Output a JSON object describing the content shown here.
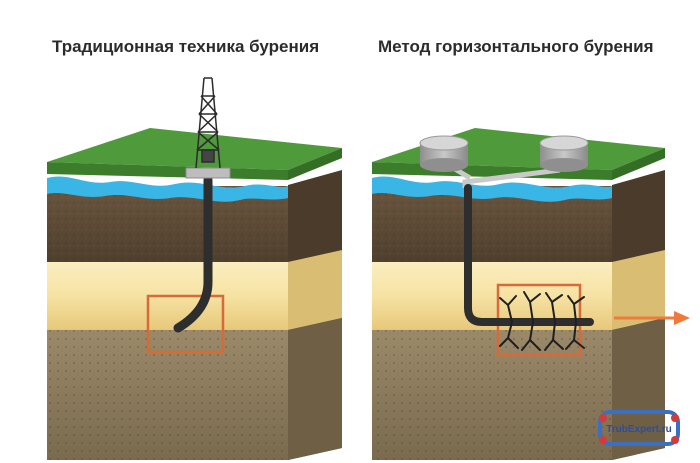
{
  "titles": {
    "left": "Традиционная техника бурения",
    "right": "Метод горизонтального бурения"
  },
  "logo": {
    "text": "TrubExpert.ru"
  },
  "colors": {
    "grass": "#4f9a3a",
    "water": "#3ab6e6",
    "soil": "#5d4b36",
    "sand": "#f3dd9a",
    "deep_soil": "#8b7a5e",
    "target_zone": "#d86a38",
    "pipe": "#2e2e2e",
    "arrow": "#ef7a3c"
  },
  "icons": [
    "drilling-rig-icon",
    "storage-tank-icon",
    "arrow-right-icon",
    "pipe-logo-icon"
  ]
}
